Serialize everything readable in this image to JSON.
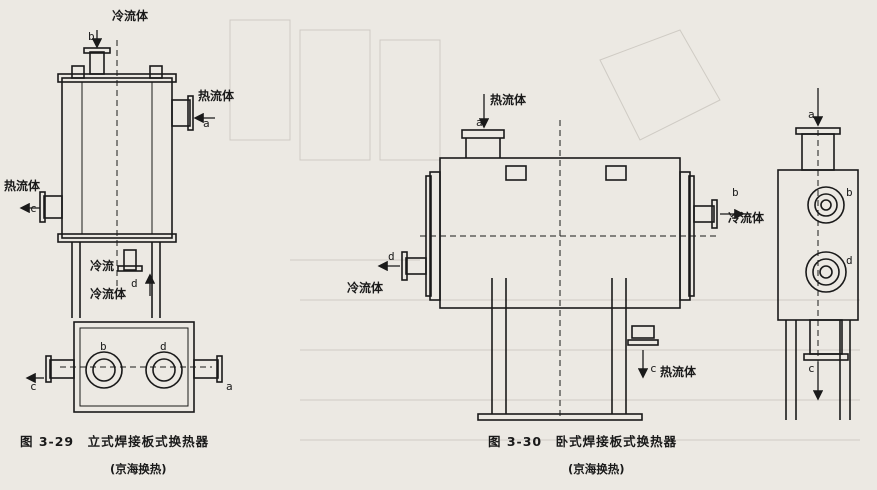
{
  "figures": [
    {
      "caption": "图 3-29　立式焊接板式换热器",
      "subcaption": "(京海换热)",
      "labels": {
        "cold_top": "冷流体",
        "hot_right": "热流体",
        "hot_left": "热流体",
        "cold_bottom": "冷流体",
        "a": "a",
        "b": "b",
        "c": "c",
        "d": "d",
        "plan_b": "b",
        "plan_c": "c",
        "plan_a": "a",
        "plan_d": "d"
      }
    },
    {
      "caption": "图 3-30　卧式焊接板式换热器",
      "subcaption": "(京海换热)",
      "labels": {
        "hot_top": "热流体",
        "cold_right": "冷流体",
        "cold_left": "冷流体",
        "hot_bottom": "热流体",
        "a": "a",
        "b": "b",
        "c": "c",
        "d": "d",
        "side_a": "a",
        "side_b": "b",
        "side_c": "c",
        "side_d": "d"
      }
    }
  ]
}
